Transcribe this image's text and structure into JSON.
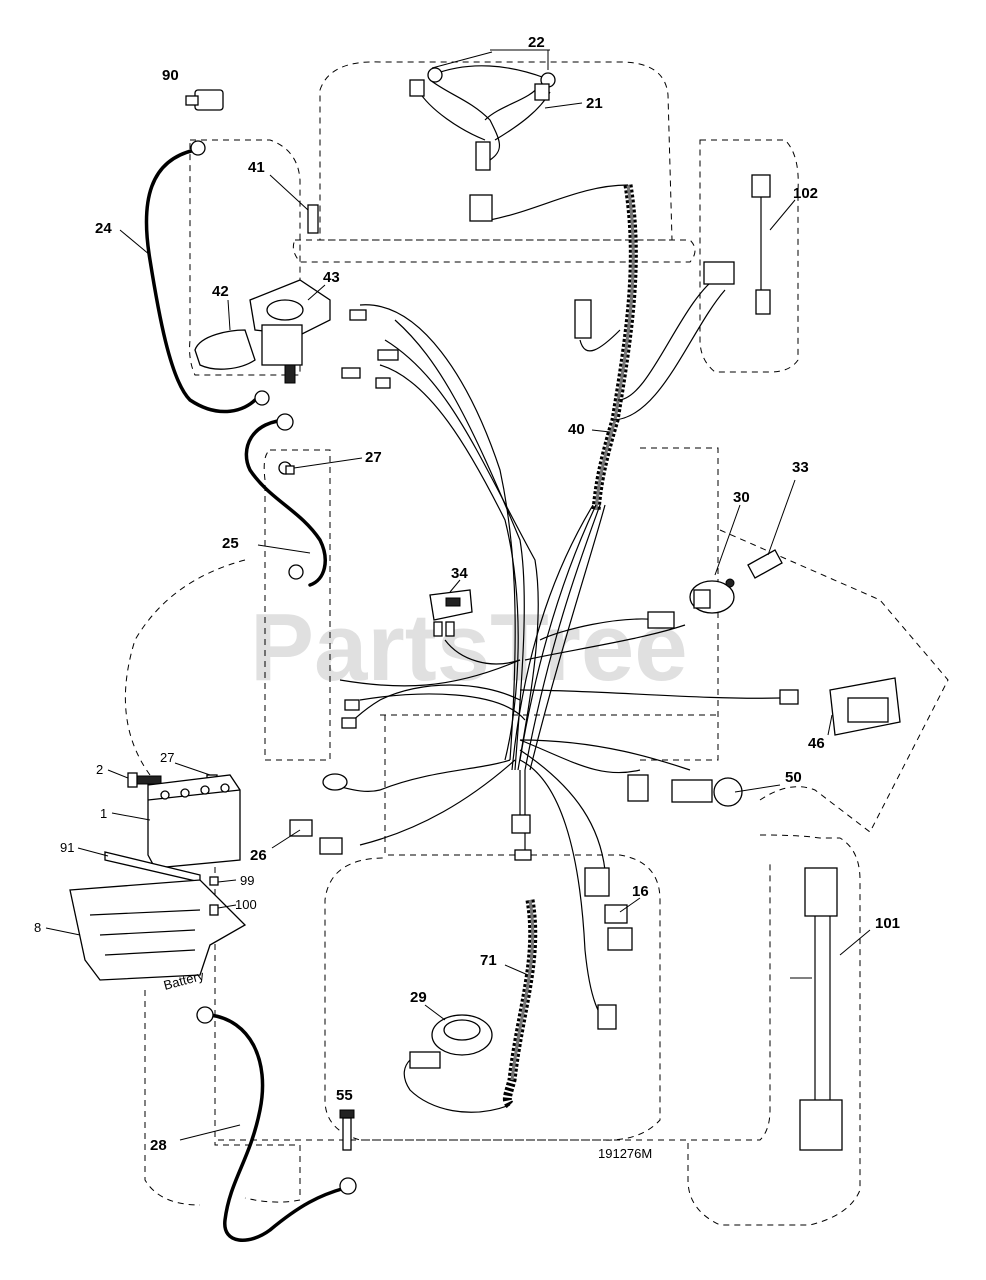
{
  "watermark": "PartsTree",
  "figure_number": "191276M",
  "battery_text": "Battery",
  "callouts": [
    {
      "id": "c90",
      "label": "90"
    },
    {
      "id": "c22",
      "label": "22"
    },
    {
      "id": "c21",
      "label": "21"
    },
    {
      "id": "c41",
      "label": "41"
    },
    {
      "id": "c24",
      "label": "24"
    },
    {
      "id": "c42",
      "label": "42"
    },
    {
      "id": "c43",
      "label": "43"
    },
    {
      "id": "c102",
      "label": "102"
    },
    {
      "id": "c40",
      "label": "40"
    },
    {
      "id": "c27a",
      "label": "27"
    },
    {
      "id": "c25",
      "label": "25"
    },
    {
      "id": "c33",
      "label": "33"
    },
    {
      "id": "c30",
      "label": "30"
    },
    {
      "id": "c34",
      "label": "34"
    },
    {
      "id": "c2",
      "label": "2"
    },
    {
      "id": "c27b",
      "label": "27"
    },
    {
      "id": "c1",
      "label": "1"
    },
    {
      "id": "c46",
      "label": "46"
    },
    {
      "id": "c50",
      "label": "50"
    },
    {
      "id": "c91",
      "label": "91"
    },
    {
      "id": "c26",
      "label": "26"
    },
    {
      "id": "c99",
      "label": "99"
    },
    {
      "id": "c100",
      "label": "100"
    },
    {
      "id": "c8",
      "label": "8"
    },
    {
      "id": "c16",
      "label": "16"
    },
    {
      "id": "c101",
      "label": "101"
    },
    {
      "id": "c71",
      "label": "71"
    },
    {
      "id": "c29",
      "label": "29"
    },
    {
      "id": "c55",
      "label": "55"
    },
    {
      "id": "c28",
      "label": "28"
    }
  ]
}
